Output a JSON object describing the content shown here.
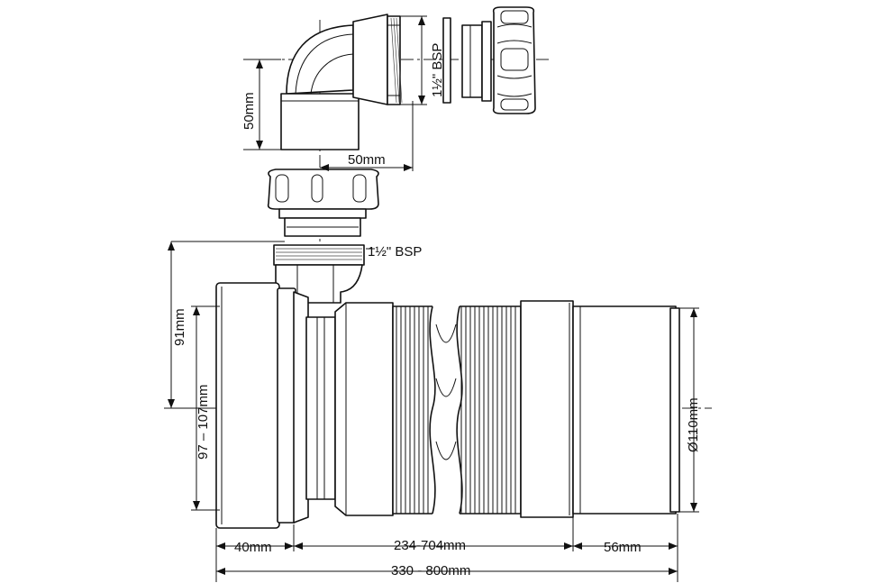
{
  "labels": {
    "bsp_top": "1½\" BSP",
    "bsp_mid": "1½\" BSP",
    "elbow_height": "50mm",
    "elbow_width": "50mm",
    "height_91": "91mm",
    "height_range": "97 – 107mm",
    "diameter": "Ø110mm",
    "len_40": "40mm",
    "len_flex": "234-704mm",
    "len_56": "56mm",
    "len_total": "330 - 800mm"
  },
  "colors": {
    "line": "#111111",
    "background": "#ffffff"
  }
}
